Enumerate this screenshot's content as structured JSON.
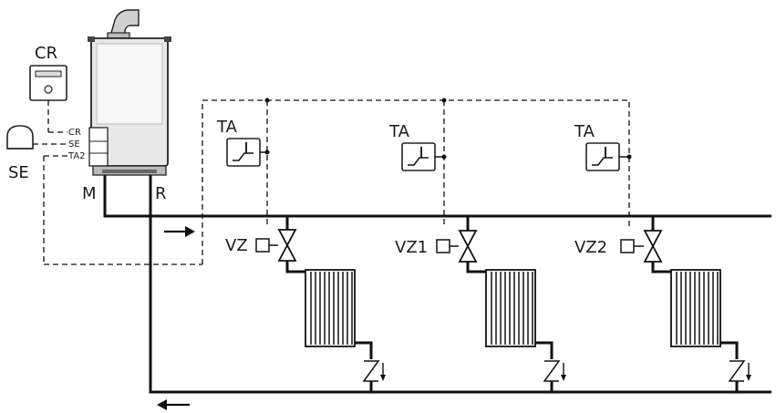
{
  "labels": {
    "cr": "CR",
    "se": "SE",
    "m": "M",
    "r": "R",
    "boiler_cr": "CR",
    "boiler_se": "SE",
    "boiler_ta2": "TA2"
  },
  "zones": [
    {
      "ta": "TA",
      "valve": "VZ"
    },
    {
      "ta": "TA",
      "valve": "VZ1"
    },
    {
      "ta": "TA",
      "valve": "VZ2"
    }
  ]
}
